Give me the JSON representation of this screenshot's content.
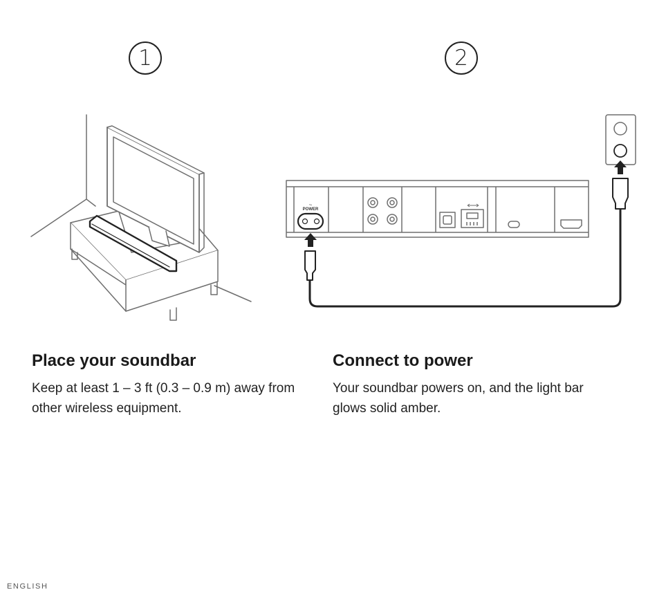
{
  "steps": [
    {
      "number": "1",
      "heading": "Place your soundbar",
      "body": "Keep at least 1 – 3 ft (0.3 – 0.9 m) away from other wireless equipment."
    },
    {
      "number": "2",
      "heading": "Connect to power",
      "body": "Your soundbar powers on, and the light bar glows solid amber."
    }
  ],
  "panel_labels": {
    "power": "POWER"
  },
  "footer": {
    "language": "ENGLISH"
  }
}
